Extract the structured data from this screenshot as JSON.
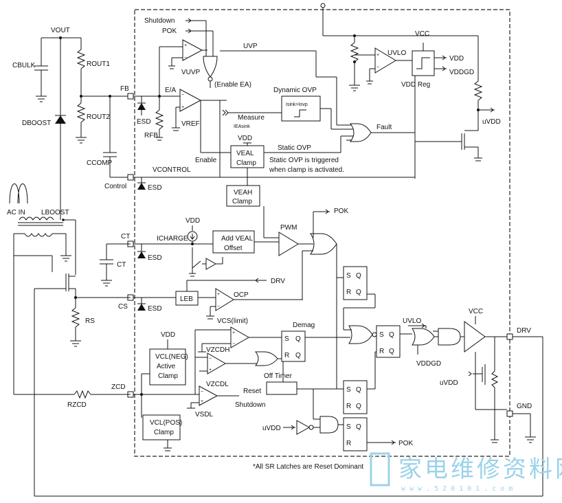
{
  "labels": {
    "vout": "VOUT",
    "cbulk": "CBULK",
    "rout1": "ROUT1",
    "rout2": "ROUT2",
    "dboost": "DBOOST",
    "fb": "FB",
    "ccomp": "CCOMP",
    "control": "Control",
    "ac_in": "AC IN",
    "lboost": "LBOOST",
    "ct_pin": "CT",
    "ct_cap": "CT",
    "cs": "CS",
    "rs": "RS",
    "zcd": "ZCD",
    "rzcd": "RZCD",
    "shutdown_top": "Shutdown",
    "pok_top": "POK",
    "uvp": "UVP",
    "vuvp": "VUVP",
    "enable_ea": "(Enable EA)",
    "ea": "E/A",
    "esd_fb": "ESD",
    "rfb": "RFB",
    "vref": "VREF",
    "dynamic_ovp": "Dynamic OVP",
    "isink_ovp": "Isink>Iovp",
    "measure": "Measure",
    "ieasink": "IEAsink",
    "fault": "Fault",
    "vdd_veal": "VDD",
    "enable": "Enable",
    "veal_clamp_1": "VEAL",
    "veal_clamp_2": "Clamp",
    "static_ovp": "Static OVP",
    "static_note_1": "Static OVP is triggered",
    "static_note_2": "when clamp is activated.",
    "vcontrol": "VCONTROL",
    "esd_control": "ESD",
    "veah_clamp_1": "VEAH",
    "veah_clamp_2": "Clamp",
    "vcc_top": "VCC",
    "uvlo_top": "UVLO",
    "vdd_reg": "VDD Reg",
    "vdd_out": "VDD",
    "vddgd_out": "VDDGD",
    "uvdd_right": "uVDD",
    "pok_pwm": "POK",
    "vdd_ich": "VDD",
    "icharge": "ICHARGE",
    "add_veal_1": "Add VEAL",
    "add_veal_2": "Offset",
    "pwm": "PWM",
    "esd_ct": "ESD",
    "drv_in": "DRV",
    "leb": "LEB",
    "ocp": "OCP",
    "vcs_limit": "VCS(limit)",
    "esd_cs": "ESD",
    "demag": "Demag",
    "uvlo_mid": "UVLO",
    "vcc_mid": "VCC",
    "vddgd_mid": "VDDGD",
    "drv_pin": "DRV",
    "vdd_clamp": "VDD",
    "vcl_neg_1": "VCL(NEG)",
    "vcl_neg_2": "Active",
    "vcl_neg_3": "Clamp",
    "vzcdh": "VZCDH",
    "vzcdl": "VZCDL",
    "off_timer": "Off Timer",
    "reset": "Reset",
    "shutdown_bot": "Shutdown",
    "vsdl": "VSDL",
    "vcl_pos_1": "VCL(POS)",
    "vcl_pos_2": "Clamp",
    "uvdd_bot": "uVDD",
    "pok_bot": "POK",
    "uvdd_drv": "uVDD",
    "gnd": "GND",
    "latch_s": "S",
    "latch_r": "R",
    "latch_q": "Q",
    "latch_qbar": "Q",
    "footnote": "*All SR Latches are Reset Dominant"
  },
  "watermark": {
    "cn": "家电维修资料网",
    "url": "www.520101.com"
  }
}
